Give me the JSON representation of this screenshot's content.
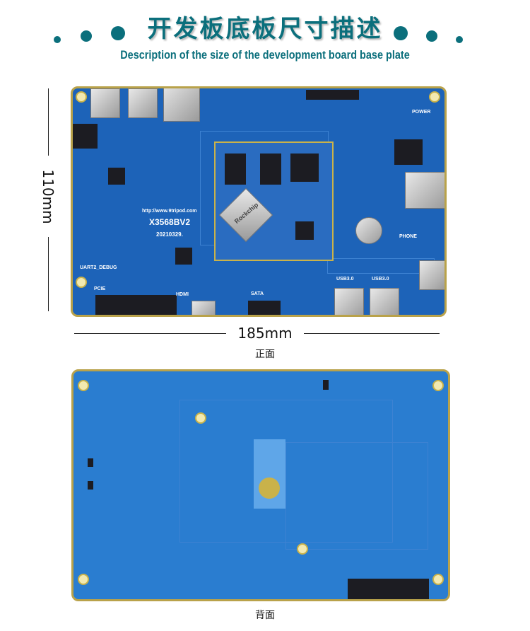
{
  "header": {
    "title": "开发板底板尺寸描述",
    "subtitle": "Description of the size of the development board base plate"
  },
  "front": {
    "caption": "正面",
    "height_label": "110mm",
    "width_label": "185mm",
    "silkscreen": {
      "model": "X3568BV2",
      "date": "20210329.",
      "url": "http://www.9tripod.com",
      "hdmi": "HDMI",
      "sata": "SATA",
      "usb3_a": "USB3.0",
      "usb3_b": "USB3.0",
      "phone": "PHONE",
      "power": "POWER",
      "debug": "UART2_DEBUG",
      "pcie": "PCIE",
      "soc": "Rockchip"
    }
  },
  "back": {
    "caption": "背面"
  },
  "colors": {
    "accent": "#0b6f7c",
    "board": "#1d63b8",
    "edge": "#b9a24a"
  }
}
